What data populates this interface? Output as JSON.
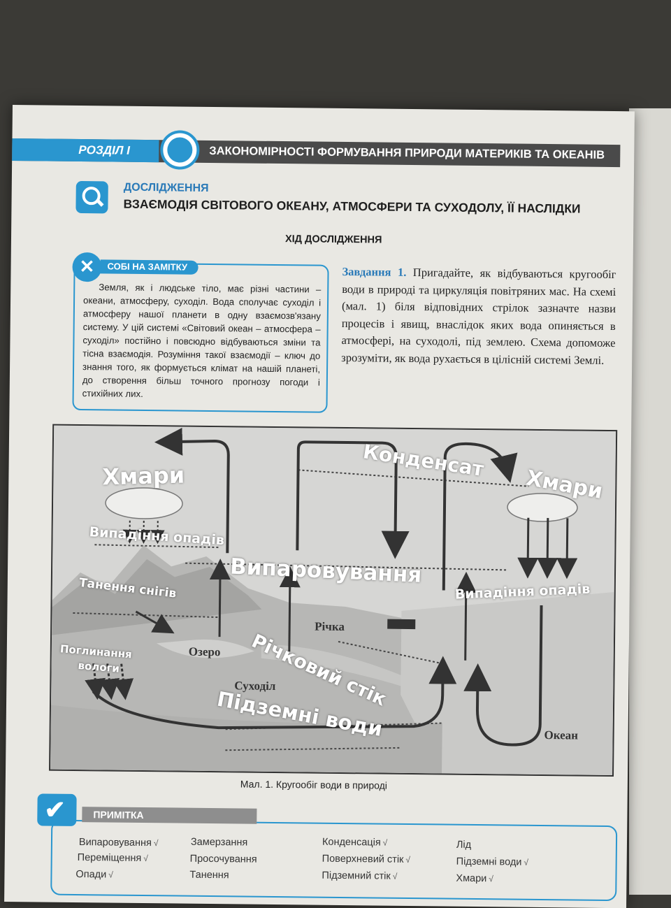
{
  "header": {
    "section_label": "РОЗДІЛ І",
    "section_title": "ЗАКОНОМІРНОСТІ ФОРМУВАННЯ ПРИРОДИ МАТЕРИКІВ ТА ОКЕАНІВ"
  },
  "research": {
    "kicker": "ДОСЛІДЖЕННЯ",
    "title": "ВЗАЄМОДІЯ СВІТОВОГО ОКЕАНУ, АТМОСФЕРИ ТА СУХОДОЛУ, ЇЇ НАСЛІДКИ"
  },
  "course_title": "ХІД ДОСЛІДЖЕННЯ",
  "note": {
    "tag": "СОБІ НА ЗАМІТКУ",
    "text": "Земля, як і людське тіло, має різні частини – океани, атмосферу, суходіл. Вода сполучає суходіл і атмосферу нашої планети в одну взаємозв'язану систему. У цій системі «Світовий океан – атмосфера – суходіл» постійно і повсюдно відбуваються зміни та тісна взаємодія. Розуміння такої взаємодії – ключ до знання того, як формується клімат на нашій планеті, до створення більш точного прогнозу погоди і стихійних лих."
  },
  "task": {
    "lead": "Завдання 1.",
    "text": " Пригадайте, як відбуваються кругообіг води в природі та циркуляція повітряних мас. На схемі (мал. 1) біля відповідних стрілок зазначте назви процесів і явищ, внаслідок яких вода опиняється в атмосфері, на суходолі, під землею. Схема допоможе зрозуміти, як вода рухається в цілісній системі Землі."
  },
  "diagram": {
    "printed_labels": {
      "river": "Річка",
      "lake": "Озеро",
      "land": "Суходіл",
      "ocean": "Океан"
    },
    "overlay_labels": {
      "clouds_left": "Хмари",
      "condensate": "Конденсат",
      "clouds_right": "Хмари",
      "precip_left": "Випадіння опадів",
      "evaporation": "Випаровування",
      "snow_melt": "Танення снігів",
      "precip_right": "Випадіння опадів",
      "river_runoff": "Річковий стік",
      "absorb_1": "Поглинання",
      "absorb_2": "вологи",
      "groundwater": "Підземні води"
    },
    "caption": "Мал. 1. Кругообіг води в природі"
  },
  "remark": {
    "title": "ПРИМІТКА",
    "terms": [
      {
        "label": "Випаровування",
        "mark": "√"
      },
      {
        "label": "Переміщення",
        "mark": "√"
      },
      {
        "label": "Опади",
        "mark": "√"
      },
      {
        "label": "Замерзання",
        "mark": ""
      },
      {
        "label": "Просочування",
        "mark": ""
      },
      {
        "label": "Танення",
        "mark": ""
      },
      {
        "label": "Конденсація",
        "mark": "√"
      },
      {
        "label": "Поверхневий стік",
        "mark": "√"
      },
      {
        "label": "Підземний стік",
        "mark": "√"
      },
      {
        "label": "Лід",
        "mark": ""
      },
      {
        "label": "Підземні води",
        "mark": "√"
      },
      {
        "label": "Хмари",
        "mark": "√"
      }
    ]
  },
  "colors": {
    "accent": "#2a96cf",
    "dark_bar": "#4a4a4a",
    "paper": "#e9e8e3"
  }
}
